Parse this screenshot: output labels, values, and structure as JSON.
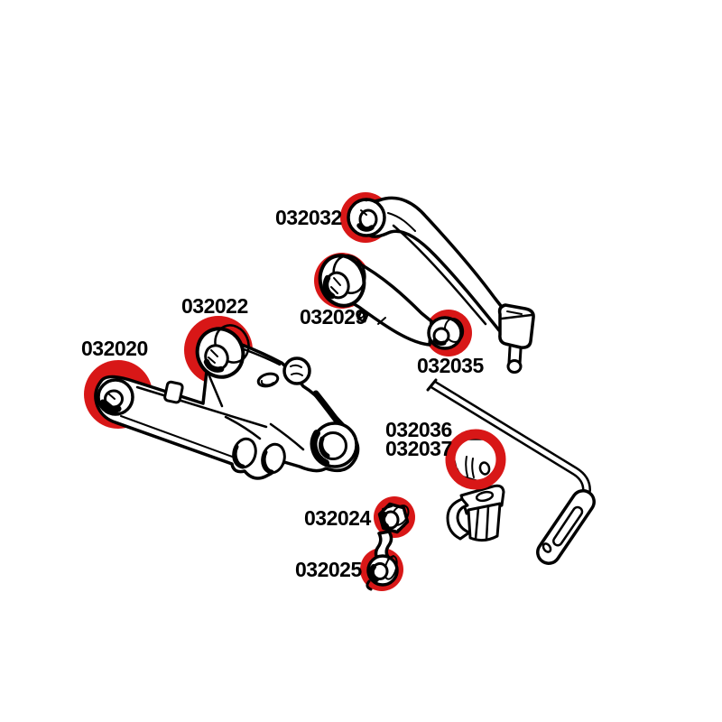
{
  "colors": {
    "background": "#ffffff",
    "line": "#000000",
    "label": "#000000",
    "highlight": "#d81717"
  },
  "diagram_description": "Rear suspension parts line drawing with bushing positions highlighted in red",
  "labels": [
    {
      "text": "032032",
      "highlight": "filled-circle"
    },
    {
      "text": "032029",
      "highlight": "filled-circle"
    },
    {
      "text": "032035",
      "highlight": "filled-circle"
    },
    {
      "text": "032022",
      "highlight": "filled-circle"
    },
    {
      "text": "032020",
      "highlight": "filled-circle"
    },
    {
      "text": "032036",
      "highlight": "ring"
    },
    {
      "text": "032037",
      "highlight": "ring"
    },
    {
      "text": "032024",
      "highlight": "filled-circle"
    },
    {
      "text": "032025",
      "highlight": "filled-circle"
    }
  ]
}
